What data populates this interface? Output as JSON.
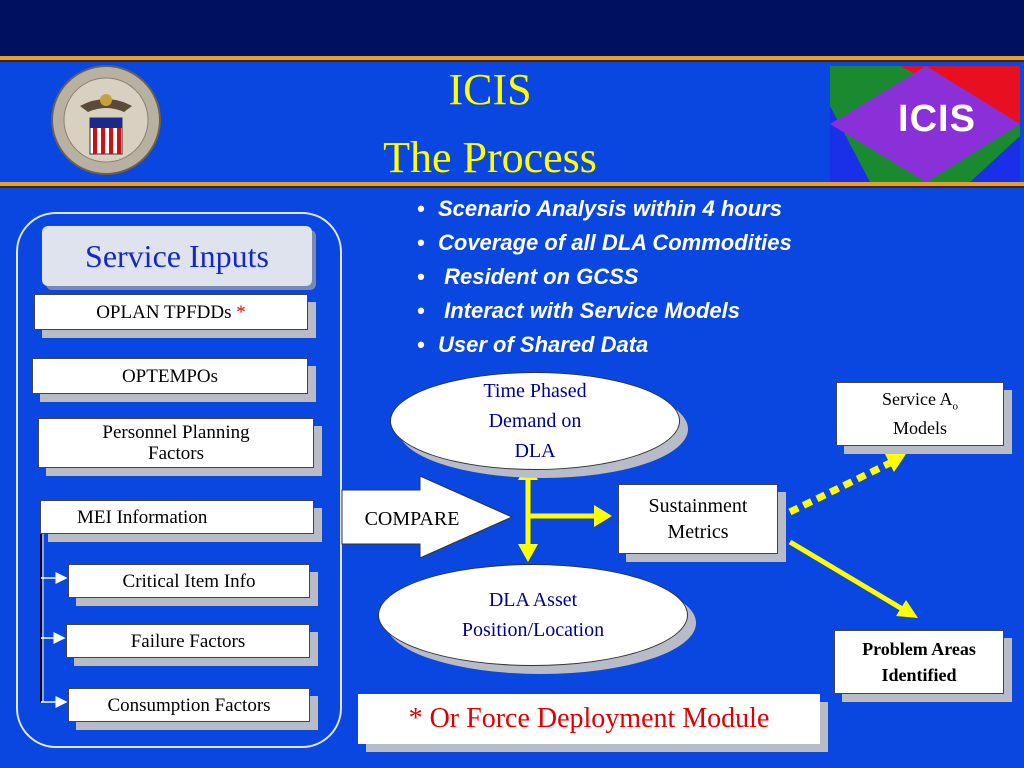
{
  "title": {
    "line1": "ICIS",
    "line2": "The Process"
  },
  "logo_right": {
    "text": "ICIS"
  },
  "logo_left": {
    "icon": "dla-seal"
  },
  "bullets": [
    "Scenario Analysis within 4 hours",
    "Coverage of all DLA Commodities",
    " Resident on GCSS",
    " Interact with Service Models",
    "User of Shared Data"
  ],
  "service_inputs": {
    "title": "Service Inputs",
    "items": {
      "oplan": "OPLAN TPFDDs",
      "oplan_marker": "*",
      "optempos": "OPTEMPOs",
      "personnel_line1": "Personnel Planning",
      "personnel_line2": "Factors",
      "mei": "MEI Information",
      "critical": "Critical Item Info",
      "failure": "Failure Factors",
      "consumption": "Consumption Factors"
    }
  },
  "flow": {
    "compare": "COMPARE",
    "time_phased_line1": "Time Phased",
    "time_phased_line2": "Demand on",
    "time_phased_line3": "DLA",
    "dla_asset_line1": "DLA Asset",
    "dla_asset_line2": "Position/Location",
    "sustainment_line1": "Sustainment",
    "sustainment_line2": "Metrics",
    "service_ao_main": "Service A",
    "service_ao_sub": "o",
    "service_ao_line2": "Models",
    "problem_line1": "Problem Areas",
    "problem_line2": "Identified"
  },
  "footnote": "* Or Force Deployment Module",
  "colors": {
    "background": "#0a47e0",
    "title": "#ffff00",
    "arrow": "#ffff00",
    "accent_line": "#e8a020",
    "footnote_text": "#e00000"
  }
}
